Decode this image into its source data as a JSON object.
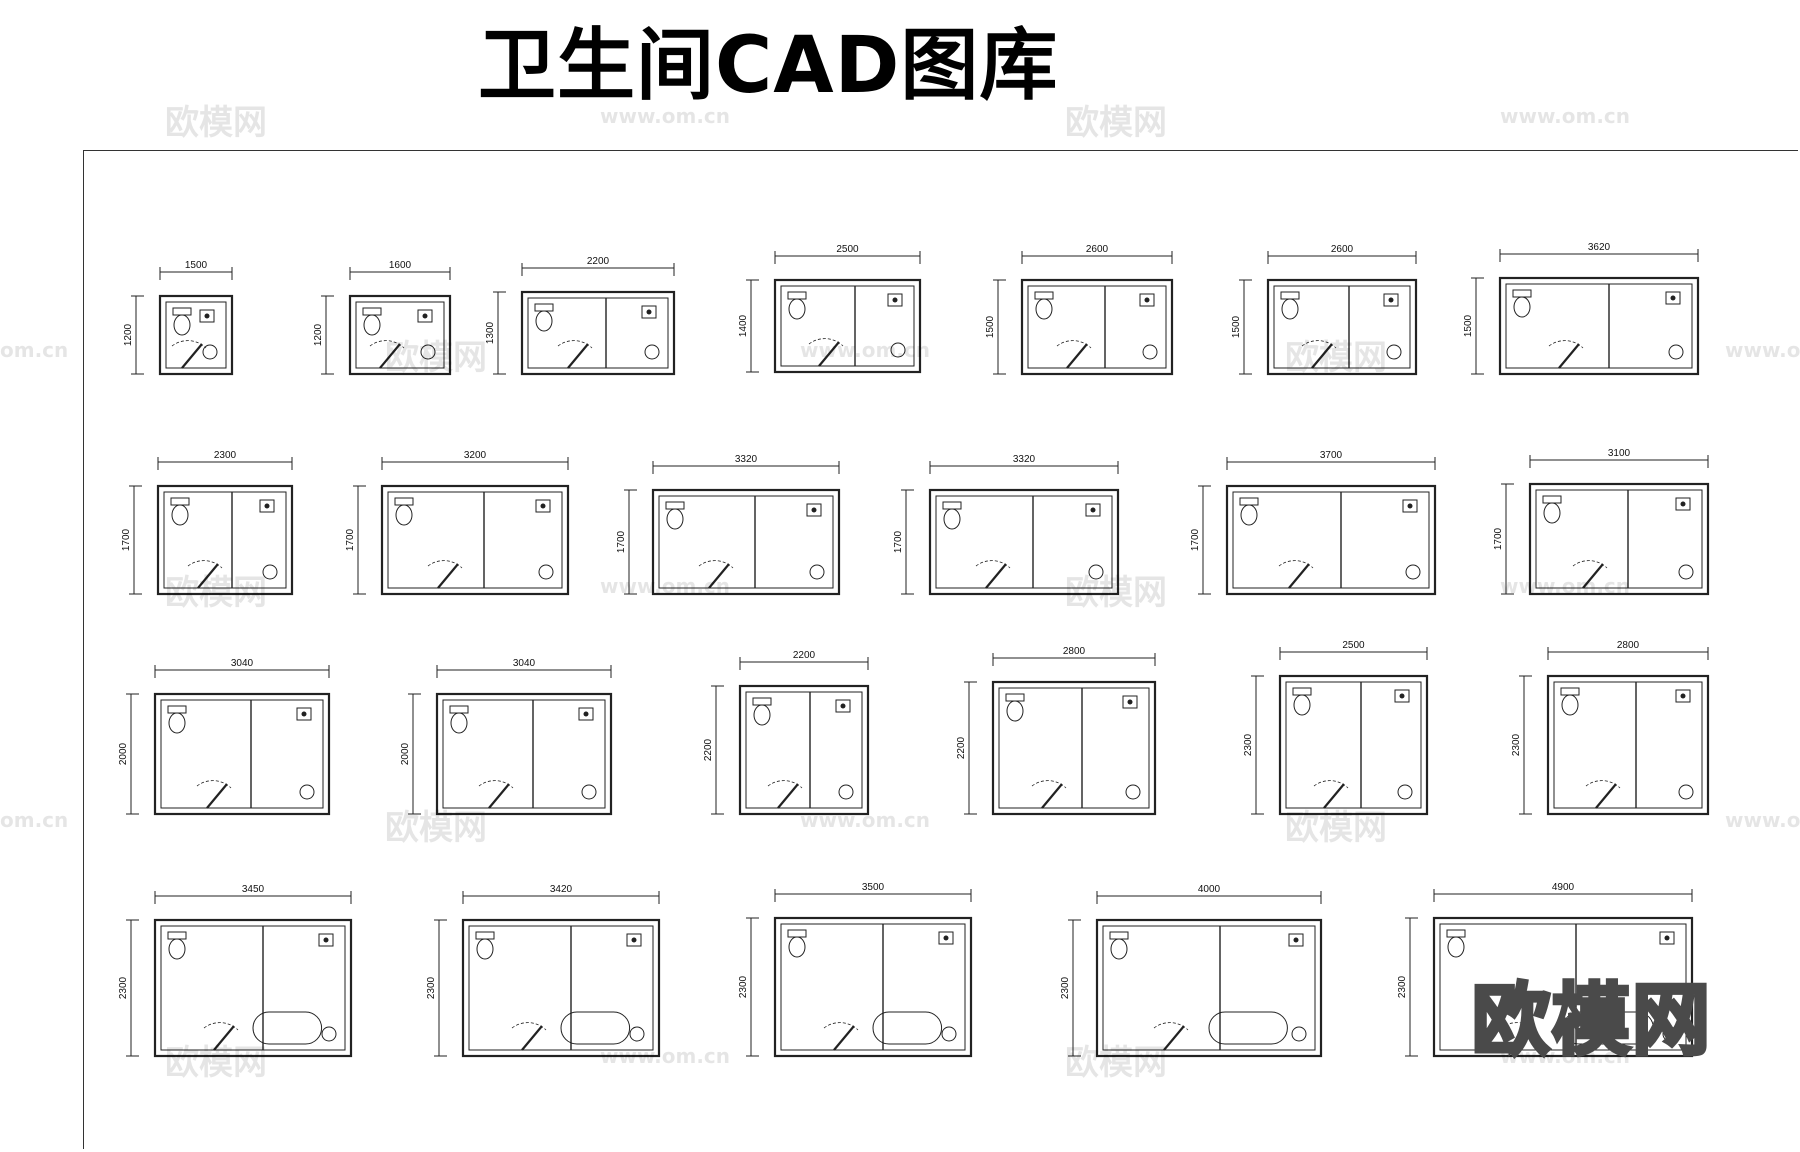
{
  "title": "卫生间CAD图库",
  "watermark": {
    "logo": "欧模网",
    "url": "www.om.cn",
    "url_short": "om.cn"
  },
  "plans": [
    {
      "w": "1500",
      "h": "1200"
    },
    {
      "w": "1600",
      "h": "1200"
    },
    {
      "w": "2200",
      "h": "1300"
    },
    {
      "w": "2500",
      "h": "1400"
    },
    {
      "w": "2600",
      "h": "1500"
    },
    {
      "w": "2600",
      "h": "1500"
    },
    {
      "w": "3620",
      "h": "1500"
    },
    {
      "w": "2300",
      "h": "1700"
    },
    {
      "w": "3200",
      "h": "1700"
    },
    {
      "w": "3320",
      "h": "1700"
    },
    {
      "w": "3320",
      "h": "1700"
    },
    {
      "w": "3700",
      "h": "1700"
    },
    {
      "w": "3100",
      "h": "1700"
    },
    {
      "w": "3040",
      "h": "2000"
    },
    {
      "w": "3040",
      "h": "2000"
    },
    {
      "w": "2200",
      "h": "2200"
    },
    {
      "w": "2800",
      "h": "2200"
    },
    {
      "w": "2500",
      "h": "2300"
    },
    {
      "w": "2800",
      "h": "2300"
    },
    {
      "w": "3450",
      "h": "2300"
    },
    {
      "w": "3420",
      "h": "2300"
    },
    {
      "w": "3500",
      "h": "2300"
    },
    {
      "w": "4000",
      "h": "2300"
    },
    {
      "w": "4900",
      "h": "2300"
    }
  ]
}
